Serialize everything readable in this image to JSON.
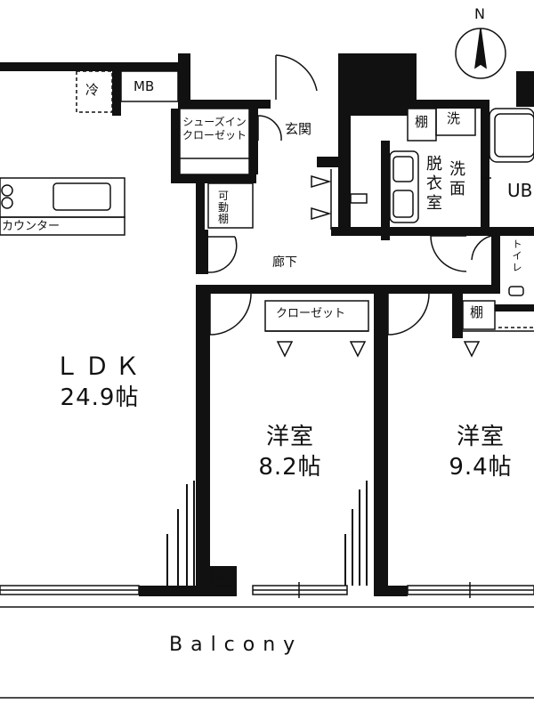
{
  "compass": {
    "north_label": "N"
  },
  "rooms": {
    "ldk": {
      "name": "ＬＤＫ",
      "area": "24.9帖"
    },
    "bedroom1": {
      "name": "洋室",
      "area": "8.2帖"
    },
    "bedroom2": {
      "name": "洋室",
      "area": "9.4帖"
    },
    "entrance": "玄関",
    "hallway": "廊下",
    "shoe_closet": "シューズインクローゼット",
    "storage_movable": "可動棚",
    "closet": "クローゼット",
    "shelf": "棚",
    "shelf2": "棚",
    "washer": "洗",
    "dressing": "脱衣室",
    "washroom": "洗面",
    "bath": "UB",
    "toilet": "トイレ",
    "fridge": "冷",
    "meter_box": "MB",
    "kitchen_counter": "カウンター",
    "balcony": "Balcony"
  }
}
